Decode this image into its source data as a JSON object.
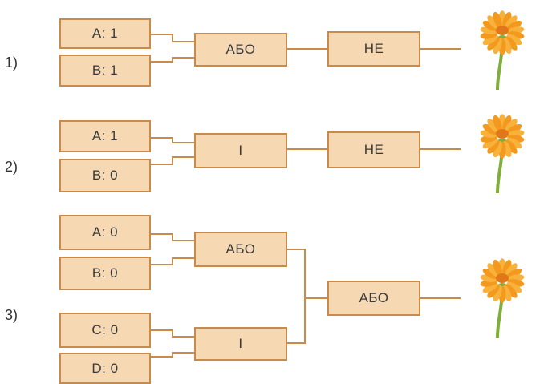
{
  "colors": {
    "box_fill": "#f6d9b3",
    "box_border": "#c98a4a",
    "wire": "#c98a4a",
    "petal": "#f39a1e",
    "petal_light": "#f8b23c",
    "stem": "#7fae3a"
  },
  "icons": {
    "output": "flower-icon"
  },
  "circuits": [
    {
      "label": "1)",
      "inputs": [
        "A: 1",
        "B: 1"
      ],
      "gate1": "АБО",
      "gate2": "НЕ"
    },
    {
      "label": "2)",
      "inputs": [
        "A: 1",
        "B: 0"
      ],
      "gate1": "І",
      "gate2": "НЕ"
    },
    {
      "label": "3)",
      "inputs": [
        "A: 0",
        "B: 0",
        "C: 0",
        "D: 0"
      ],
      "gate_top": "АБО",
      "gate_bottom": "І",
      "gate_final": "АБО"
    }
  ]
}
